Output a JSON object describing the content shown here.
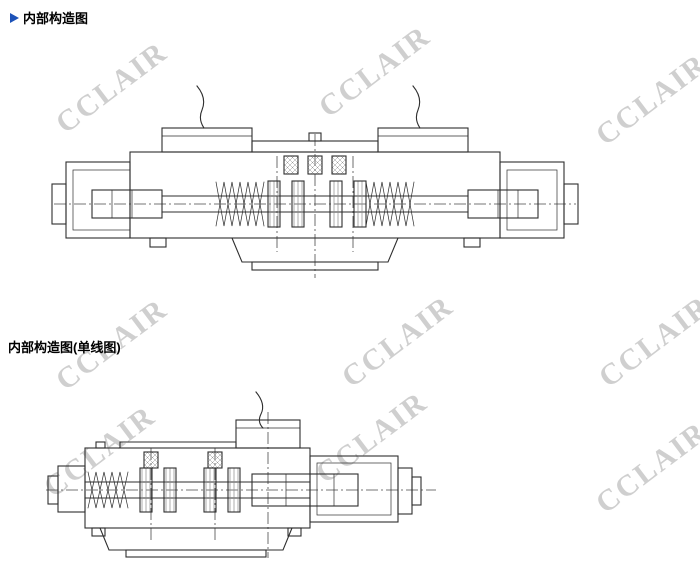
{
  "page": {
    "background": "#ffffff",
    "accent_color": "#1d52b8",
    "watermark_text": "CCLAIR",
    "watermark_color": "#c7c7c7"
  },
  "icons": {
    "section_marker": "triangle-right-icon"
  },
  "sections": [
    {
      "label": "内部构造图"
    },
    {
      "label": "内部构造图(单线图)"
    }
  ]
}
